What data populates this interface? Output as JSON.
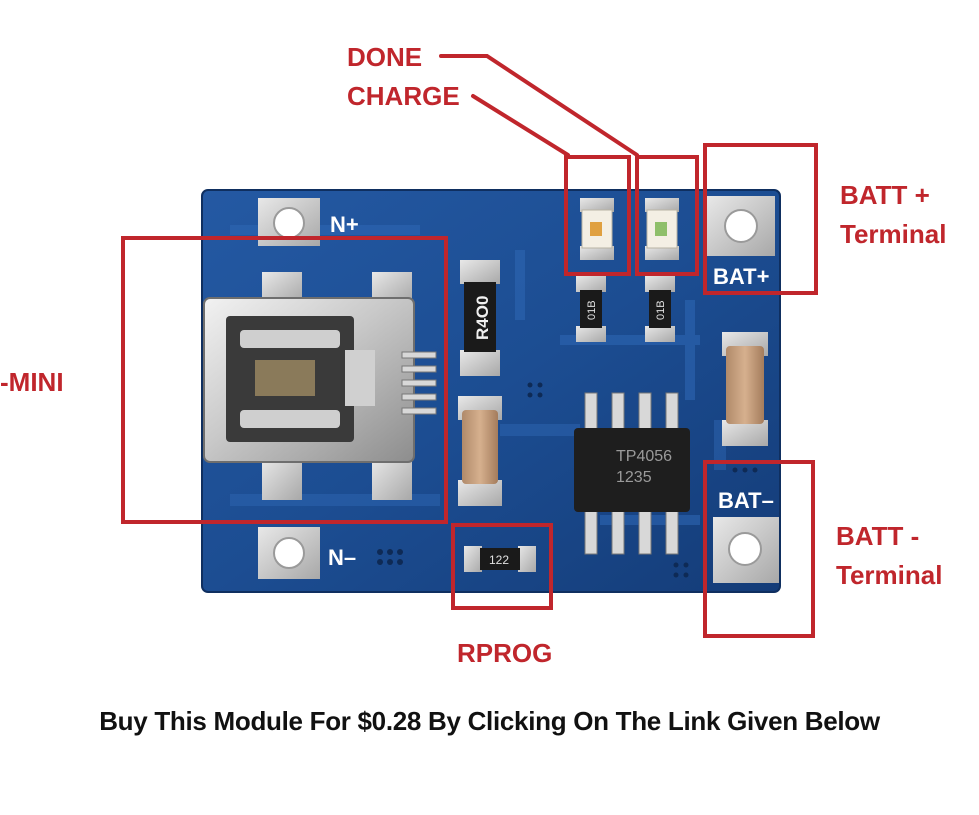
{
  "labels": {
    "done": "DONE",
    "charge": "CHARGE",
    "batt_plus_line1": "BATT +",
    "batt_plus_line2": "Terminal",
    "batt_minus_line1": "BATT -",
    "batt_minus_line2": "Terminal",
    "mini": "-MINI",
    "rprog": "RPROG"
  },
  "board_text": {
    "n_plus": "N+",
    "n_minus": "N–",
    "bat_plus": "BAT+",
    "bat_minus": "BAT–",
    "resistor": "R4O0",
    "led_resistor_1": "01B",
    "led_resistor_2": "01B",
    "chip_line1": "TP4056",
    "chip_line2": "1235",
    "rprog_resistor": "122"
  },
  "caption": "Buy This Module For $0.28 By Clicking On The Link Given Below",
  "colors": {
    "annotation": "#c0262c",
    "pcb": "#1b4c8f",
    "caption": "#111111"
  }
}
